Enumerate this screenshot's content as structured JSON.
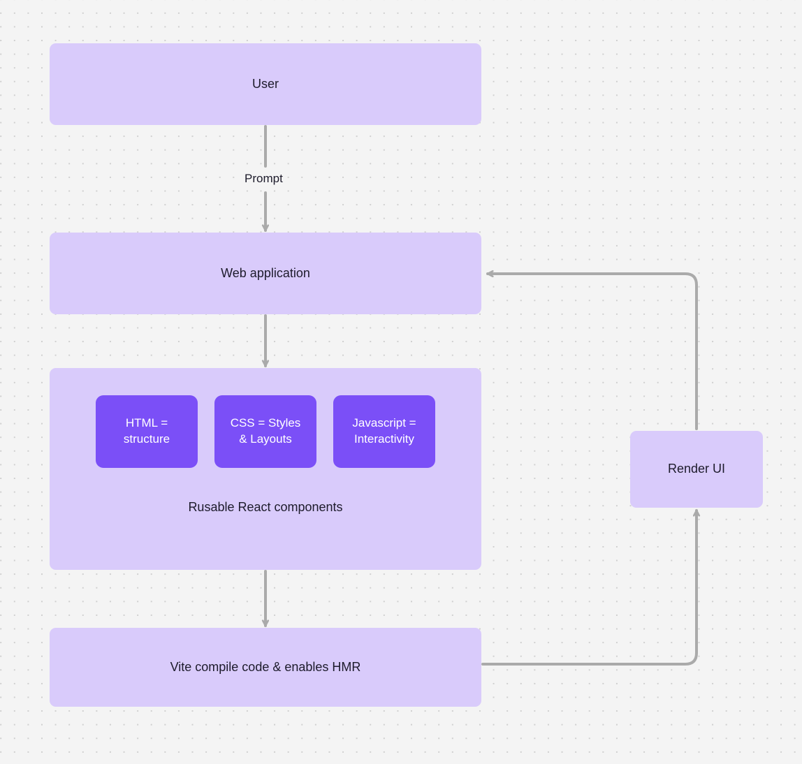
{
  "diagram": {
    "type": "flowchart",
    "title": "",
    "background": {
      "color": "#f4f4f4",
      "dot_color": "#cfcfcf",
      "pattern": "dot-grid"
    },
    "colors": {
      "node_fill": "#d9cbfb",
      "subnode_fill": "#7b4ff7",
      "node_text": "#1d1b2b",
      "subnode_text": "#ffffff",
      "edge": "#aaaaaa"
    },
    "nodes": {
      "user": {
        "label": "User"
      },
      "web_application": {
        "label": "Web application"
      },
      "component_group": {
        "caption": "Rusable React components",
        "children": [
          {
            "label": "HTML = structure",
            "line1": "HTML =",
            "line2": "structure"
          },
          {
            "label": "CSS = Styles & Layouts",
            "line1": "CSS = Styles",
            "line2": "& Layouts"
          },
          {
            "label": "Javascript = Interactivity",
            "line1": "Javascript =",
            "line2": "Interactivity"
          }
        ]
      },
      "vite": {
        "label": "Vite compile code & enables HMR"
      },
      "render_ui": {
        "label": "Render UI"
      }
    },
    "edges": [
      {
        "from": "user",
        "to": "web_application",
        "label": "Prompt",
        "direction": "down"
      },
      {
        "from": "web_application",
        "to": "component_group",
        "label": "",
        "direction": "down"
      },
      {
        "from": "component_group",
        "to": "vite",
        "label": "",
        "direction": "down"
      },
      {
        "from": "vite",
        "to": "render_ui",
        "label": "",
        "direction": "right-up"
      },
      {
        "from": "render_ui",
        "to": "web_application",
        "label": "",
        "direction": "up-left"
      }
    ]
  }
}
